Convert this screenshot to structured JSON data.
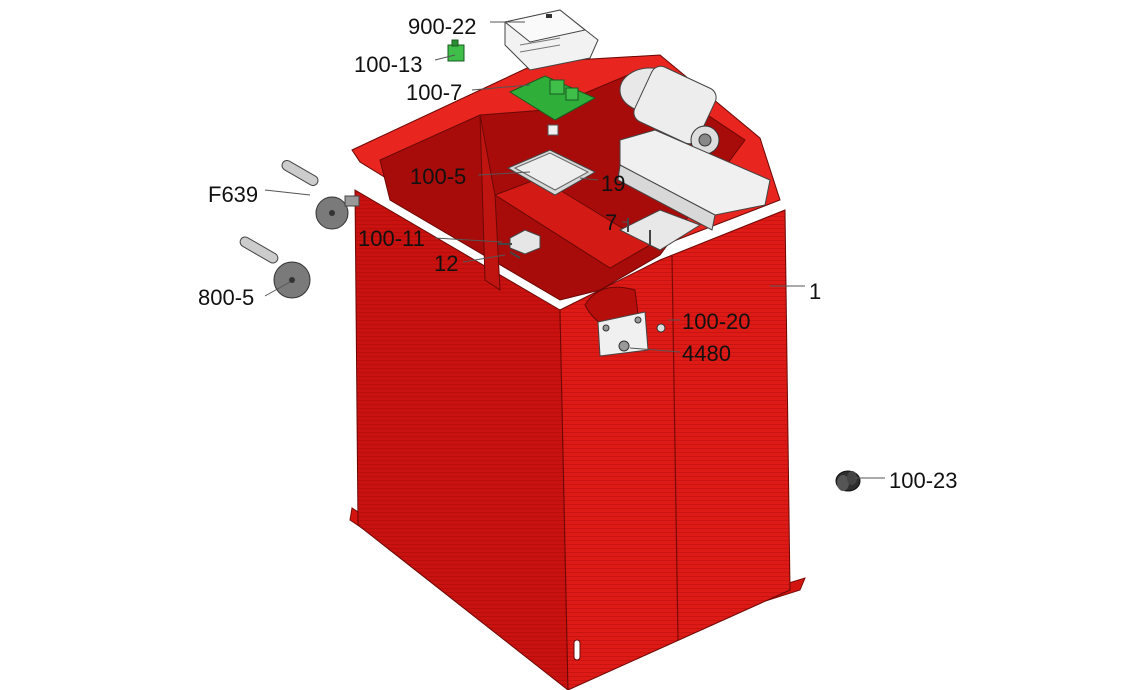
{
  "diagram": {
    "part_labels": {
      "p900_22": "900-22",
      "p100_13": "100-13",
      "p100_7": "100-7",
      "pF639": "F639",
      "p100_5": "100-5",
      "p19": "19",
      "p7": "7",
      "p100_11": "100-11",
      "p12": "12",
      "p1": "1",
      "p800_5": "800-5",
      "p100_20": "100-20",
      "p4480": "4480",
      "p100_23": "100-23"
    },
    "colors": {
      "cabinet_front": "#c9120f",
      "cabinet_side": "#e01b17",
      "cabinet_top_edge": "#ff3a2e",
      "cabinet_inner": "#a80c0a",
      "pcb_green": "#2fae3a",
      "cover_white": "#f2f2f2",
      "metal_grey": "#c8c8c8",
      "disc_grey": "#7a7a7a",
      "dark_part": "#333333"
    }
  }
}
